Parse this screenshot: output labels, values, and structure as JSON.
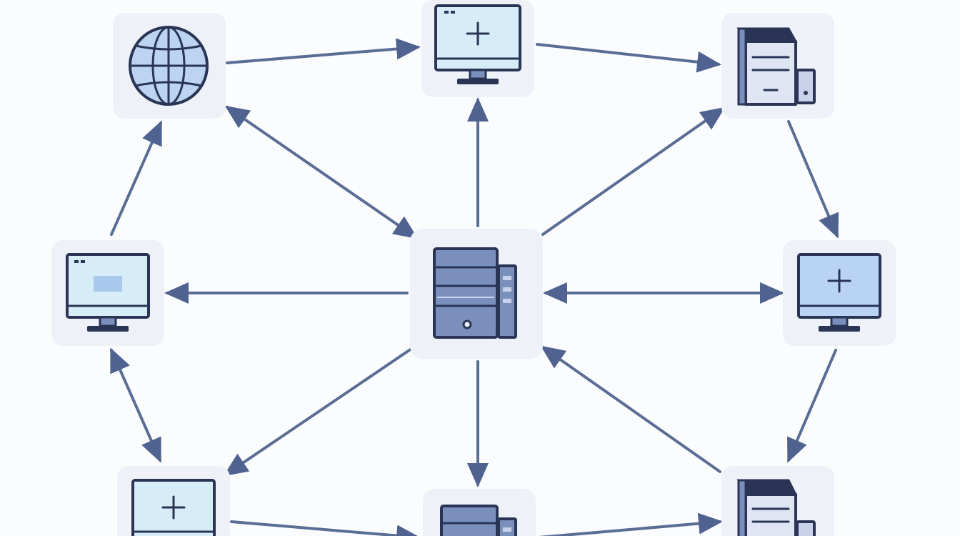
{
  "diagram": {
    "type": "network-topology",
    "colors": {
      "background": "#fbfcfe",
      "tile": "#eef1f7",
      "edge": "#5a6d94",
      "outline": "#2a3556",
      "screen_light": "#d6ecf7",
      "screen_blue": "#b9d3f5",
      "server_fill": "#7b8fbd",
      "server_light": "#c9d2e8",
      "globe_fill": "#bcd4ef"
    },
    "nodes": [
      {
        "id": "globe",
        "icon": "globe-icon"
      },
      {
        "id": "monitor-top",
        "icon": "monitor-plus-icon"
      },
      {
        "id": "server-top-right",
        "icon": "server-tower-icon"
      },
      {
        "id": "monitor-left",
        "icon": "monitor-window-icon"
      },
      {
        "id": "server-center",
        "icon": "server-rack-icon"
      },
      {
        "id": "monitor-right",
        "icon": "monitor-plus-icon"
      },
      {
        "id": "monitor-bottom-left",
        "icon": "monitor-plus-icon"
      },
      {
        "id": "server-bottom",
        "icon": "server-rack-icon"
      },
      {
        "id": "server-bottom-right",
        "icon": "server-tower-icon"
      }
    ],
    "edges": [
      {
        "from": "globe",
        "to": "monitor-top",
        "direction": "forward"
      },
      {
        "from": "monitor-top",
        "to": "server-top-right",
        "direction": "forward"
      },
      {
        "from": "monitor-left",
        "to": "globe",
        "direction": "forward"
      },
      {
        "from": "globe",
        "to": "server-center",
        "direction": "both"
      },
      {
        "from": "server-center",
        "to": "monitor-top",
        "direction": "forward"
      },
      {
        "from": "server-center",
        "to": "server-top-right",
        "direction": "forward"
      },
      {
        "from": "server-top-right",
        "to": "monitor-right",
        "direction": "forward"
      },
      {
        "from": "server-center",
        "to": "monitor-left",
        "direction": "forward"
      },
      {
        "from": "server-center",
        "to": "monitor-right",
        "direction": "both"
      },
      {
        "from": "monitor-left",
        "to": "monitor-bottom-left",
        "direction": "both"
      },
      {
        "from": "server-center",
        "to": "monitor-bottom-left",
        "direction": "forward"
      },
      {
        "from": "server-center",
        "to": "server-bottom",
        "direction": "forward"
      },
      {
        "from": "server-bottom-right",
        "to": "server-center",
        "direction": "forward"
      },
      {
        "from": "monitor-right",
        "to": "server-bottom-right",
        "direction": "forward"
      },
      {
        "from": "monitor-bottom-left",
        "to": "server-bottom",
        "direction": "forward"
      },
      {
        "from": "server-bottom",
        "to": "server-bottom-right",
        "direction": "forward"
      }
    ]
  }
}
